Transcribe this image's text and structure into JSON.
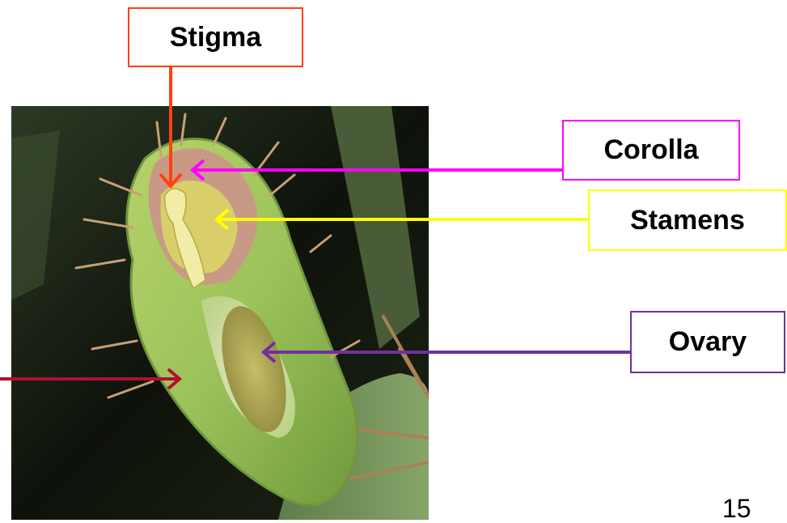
{
  "labels": {
    "stigma": {
      "text": "Stigma",
      "color": "#ff4010"
    },
    "corolla": {
      "text": "Corolla",
      "color": "#ff00ff"
    },
    "stamens": {
      "text": "Stamens",
      "color": "#ffff00"
    },
    "ovary": {
      "text": "Ovary",
      "color": "#7030a0"
    },
    "offscreen_arrow_color": "#b01030"
  },
  "page_number": "15",
  "photo": {
    "subject": "cactus-flower-bud-cross-section"
  }
}
